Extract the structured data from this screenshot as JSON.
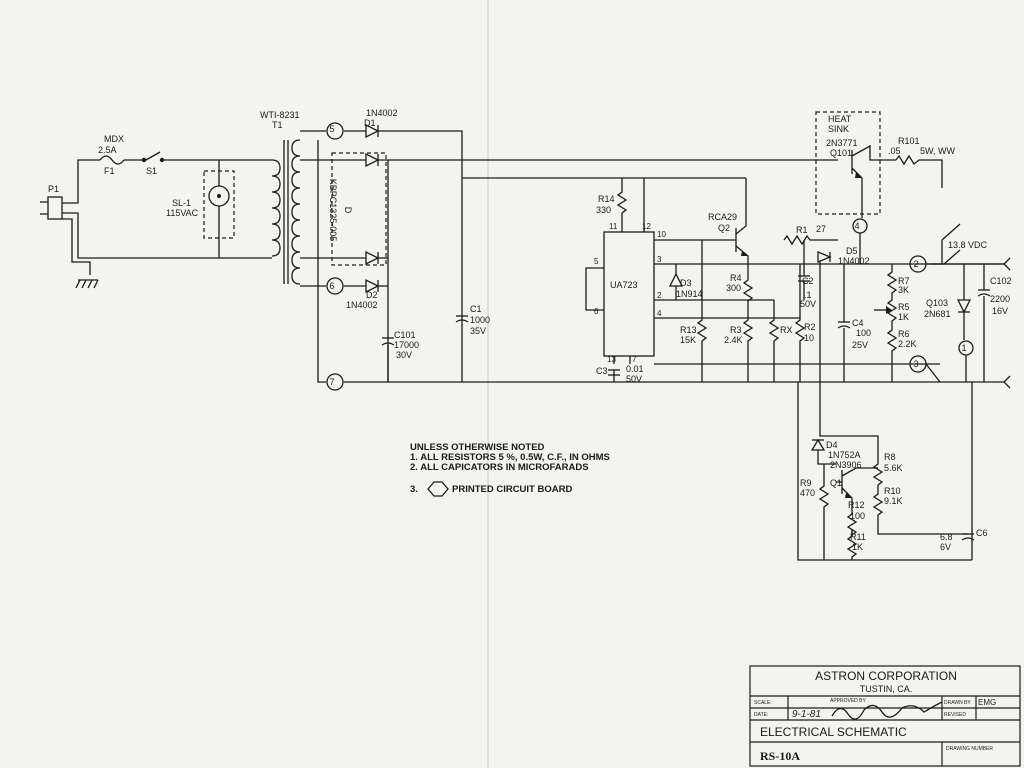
{
  "colors": {
    "paper": "#f3f3ef",
    "ink": "#1b1b1b"
  },
  "labels": {
    "p1": "P1",
    "mdx": "MDX",
    "fuse_rating": "2.5A",
    "f1": "F1",
    "s1": "S1",
    "sl1": "SL-1",
    "sl1_v": "115VAC",
    "xfmr": "WTI-8231",
    "t1": "T1",
    "d1_name": "D1",
    "d1_part": "1N4002",
    "d2_name": "D2",
    "d2_part": "1N4002",
    "bridge_letter": "D",
    "bridge_part": "KBPC1325-005",
    "c101": "C101",
    "c101_v": "17000",
    "c101_r": "30V",
    "c1": "C1",
    "c1_v": "1000",
    "c1_r": "35V",
    "r14": "R14",
    "r14_v": "330",
    "ic": "UA723",
    "ic_pin_5": "5",
    "ic_pin_6": "6",
    "ic_pin_11": "11",
    "ic_pin_12": "12",
    "ic_pin_10": "10",
    "ic_pin_3": "3",
    "ic_pin_2": "2",
    "ic_pin_4": "4",
    "ic_pin_13": "13",
    "ic_pin_7": "7",
    "q2_part": "RCA29",
    "q2": "Q2",
    "r1": "R1",
    "r1_v": "27",
    "d5": "D5",
    "d5_part": "1N4002",
    "d3": "D3",
    "d3_part": "1N914",
    "r4": "R4",
    "r4_v": "300",
    "c2": "C2",
    "c2_v": ".1",
    "c2_r": "50V",
    "r13": "R13",
    "r13_v": "15K",
    "r3": "R3",
    "r3_v": "2.4K",
    "rx": "RX",
    "r2": "R2",
    "r2_v": "10",
    "c4": "C4",
    "c4_v": "100",
    "c4_r": "25V",
    "r7": "R7",
    "r7_v": "3K",
    "r5": "R5",
    "r5_v": "1K",
    "r6": "R6",
    "r6_v": "2.2K",
    "c3": "C3",
    "c3_v": "0.01",
    "c3_r": "50V",
    "heat": "HEAT",
    "sink": "SINK",
    "q101_part": "2N3771",
    "q101": "Q101",
    "r101": "R101",
    "r101_v": ".05",
    "r101_r": "5W, WW",
    "vout": "13.8 VDC",
    "c102": "C102",
    "c102_v": "2200",
    "c102_r": "16V",
    "q103": "Q103",
    "q103_part": "2N681",
    "d4": "D4",
    "d4_part": "1N752A",
    "q1_part": "2N3906",
    "q1": "Q1",
    "r8": "R8",
    "r8_v": "5.6K",
    "r9": "R9",
    "r9_v": "470",
    "r10": "R10",
    "r10_v": "9.1K",
    "r12": "R12",
    "r12_v": "100",
    "r11": "R11",
    "r11_v": "1K",
    "c6": "C6",
    "c6_v": "6.8",
    "c6_r": "6V",
    "pcb_5": "5",
    "pcb_6": "6",
    "pcb_7": "7",
    "pcb_4": "4",
    "pcb_2": "2",
    "pcb_3": "3",
    "pcb_1": "1"
  },
  "notes": {
    "heading": "UNLESS OTHERWISE NOTED",
    "line1": "1. ALL RESISTORS 5 %, 0.5W, C.F., IN OHMS",
    "line2": "2. ALL CAPICATORS IN MICROFARADS",
    "line3_num": "3.",
    "line3_text": "PRINTED CIRCUIT BOARD"
  },
  "title_block": {
    "company": "ASTRON CORPORATION",
    "city": "TUSTIN, CA.",
    "scale_lbl": "SCALE:",
    "approved_lbl": "APPROVED BY",
    "drawn_lbl": "DRAWN BY",
    "drawn_val": "EMG",
    "date_lbl": "DATE:",
    "date_val": "9-1-81",
    "revised_lbl": "REVISED",
    "title": "ELECTRICAL SCHEMATIC",
    "model": "RS-10A",
    "drawing_lbl": "DRAWING NUMBER"
  }
}
